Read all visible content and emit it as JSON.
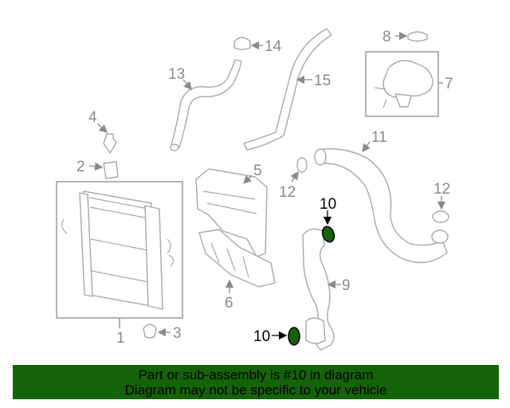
{
  "diagram": {
    "callouts": {
      "c1": "1",
      "c2": "2",
      "c3": "3",
      "c4": "4",
      "c5": "5",
      "c6": "6",
      "c7": "7",
      "c8": "8",
      "c9": "9",
      "c10a": "10",
      "c10b": "10",
      "c11": "11",
      "c12a": "12",
      "c12b": "12",
      "c13": "13",
      "c14": "14",
      "c15": "15"
    },
    "highlight_color": "#156308"
  },
  "banner": {
    "line1": "Part or sub-assembly is #10 in diagram",
    "line2": "Diagram may not be specific to your vehicle",
    "background": "#156308"
  }
}
